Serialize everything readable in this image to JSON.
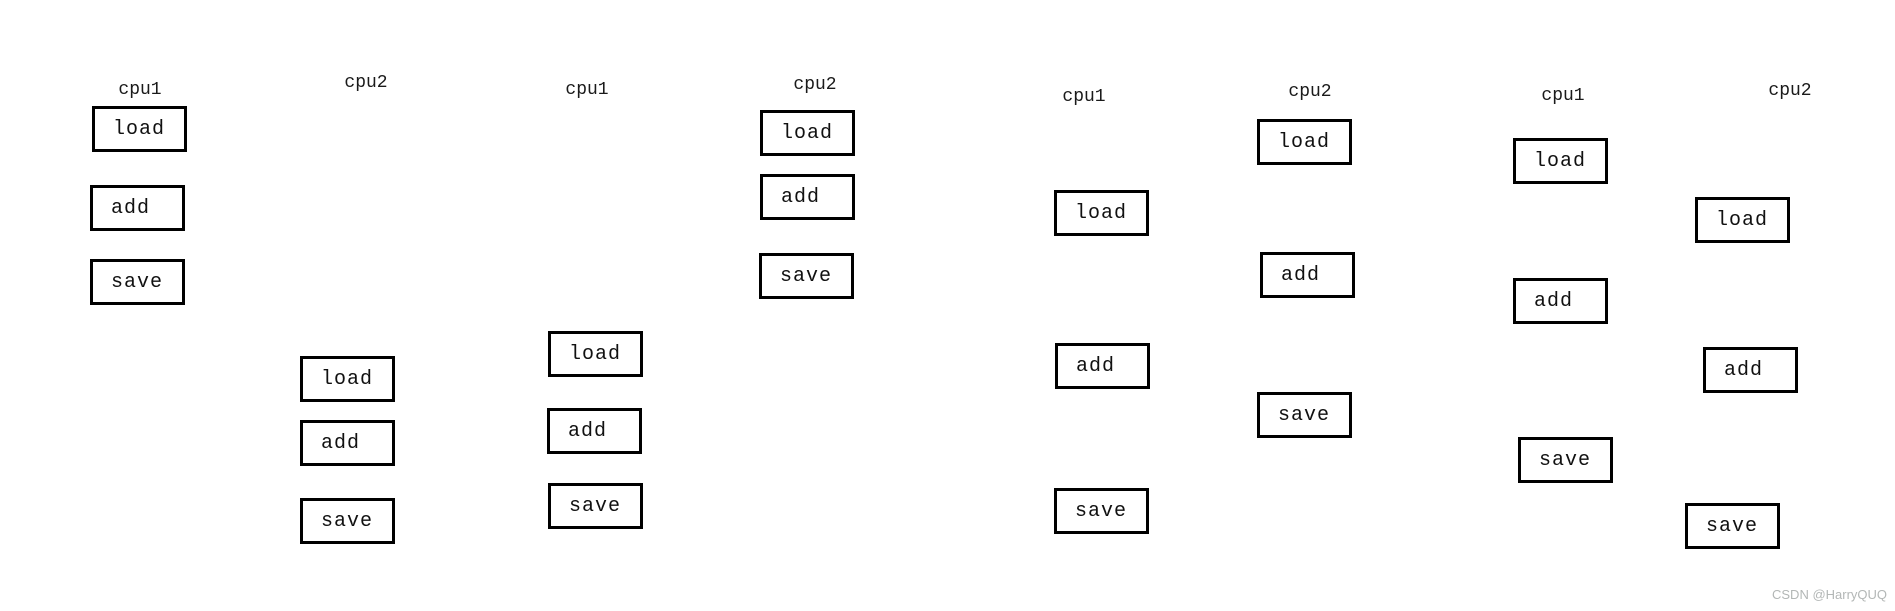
{
  "diagram": {
    "kind": "cpu-instruction-interleaving-diagram",
    "op_sequence_note": "vertical position of each box encodes execution time slot (earlier = higher)",
    "groups": [
      {
        "columns": [
          {
            "header": "cpu1",
            "boxes": [
              "load",
              "add",
              "save"
            ]
          },
          {
            "header": "cpu2",
            "boxes": [
              "load",
              "add",
              "save"
            ]
          }
        ]
      },
      {
        "columns": [
          {
            "header": "cpu1",
            "boxes": [
              "load",
              "add",
              "save"
            ]
          },
          {
            "header": "cpu2",
            "boxes": [
              "load",
              "add",
              "save"
            ]
          }
        ]
      },
      {
        "columns": [
          {
            "header": "cpu1",
            "boxes": [
              "load",
              "add",
              "save"
            ]
          },
          {
            "header": "cpu2",
            "boxes": [
              "load",
              "add",
              "save"
            ]
          }
        ]
      },
      {
        "columns": [
          {
            "header": "cpu1",
            "boxes": [
              "load",
              "add",
              "save"
            ]
          },
          {
            "header": "cpu2",
            "boxes": [
              "load",
              "add",
              "save"
            ]
          }
        ]
      }
    ]
  },
  "watermark": {
    "text": "CSDN @HarryQUQ",
    "color": "#b3b7b6"
  }
}
